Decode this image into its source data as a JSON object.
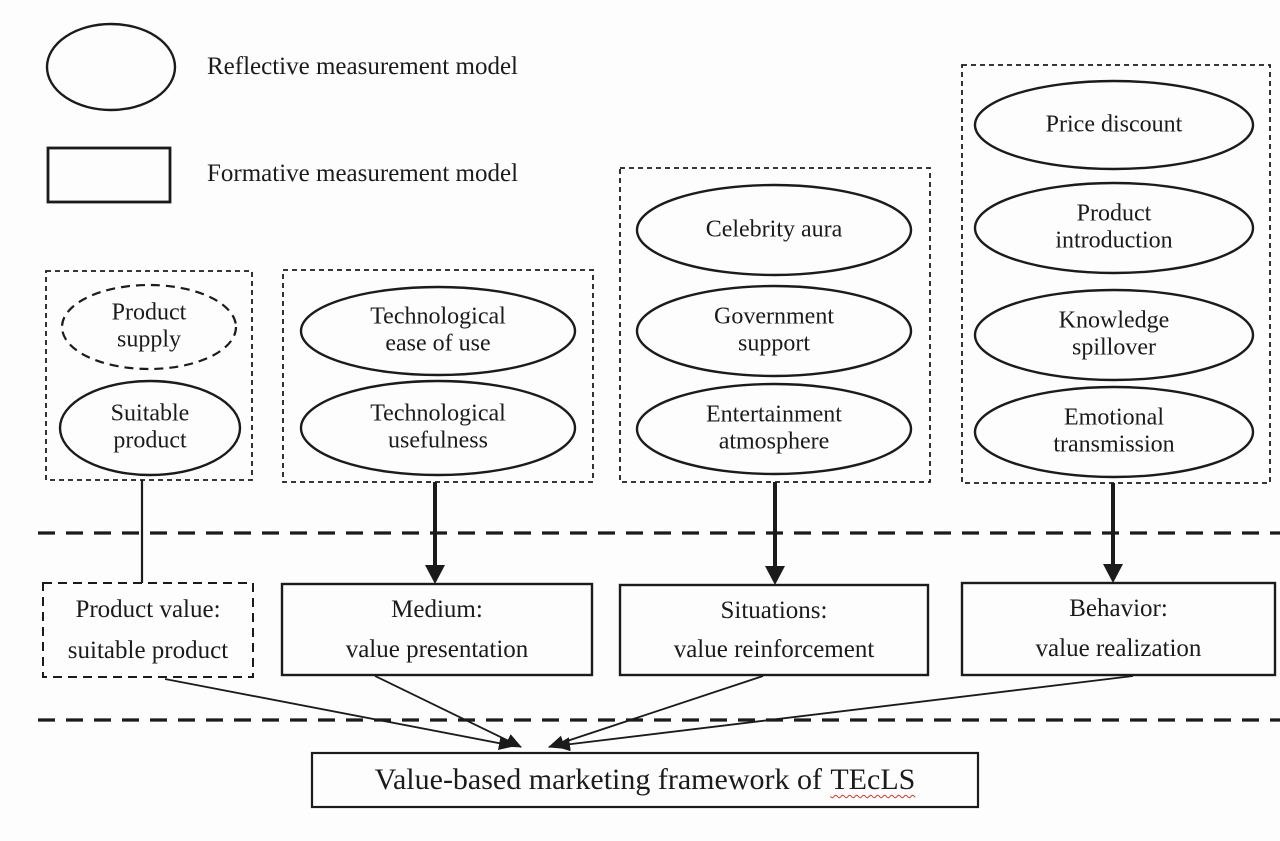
{
  "legend": {
    "reflective": "Reflective measurement model",
    "formative": "Formative measurement model"
  },
  "indicators": {
    "product_supply": "Product\nsupply",
    "suitable_product": "Suitable\nproduct",
    "tech_ease": "Technological\nease of use",
    "tech_usefulness": "Technological\nusefulness",
    "celebrity_aura": "Celebrity aura",
    "government_support": "Government\nsupport",
    "entertainment_atmosphere": "Entertainment\natmosphere",
    "price_discount": "Price discount",
    "product_introduction": "Product\nintroduction",
    "knowledge_spillover": "Knowledge\nspillover",
    "emotional_transmission": "Emotional\ntransmission"
  },
  "value_boxes": {
    "product_value": {
      "title": "Product value:",
      "subtitle": "suitable product"
    },
    "medium": {
      "title": "Medium:",
      "subtitle": "value presentation"
    },
    "situations": {
      "title": "Situations:",
      "subtitle": "value reinforcement"
    },
    "behavior": {
      "title": "Behavior:",
      "subtitle": "value realization"
    }
  },
  "framework": {
    "prefix": "Value-based marketing framework of",
    "term": "TEcLS"
  },
  "colors": {
    "ink": "#1b1b1b",
    "misspell_underline": "#c23b2e",
    "background": "#fdfdfd"
  }
}
